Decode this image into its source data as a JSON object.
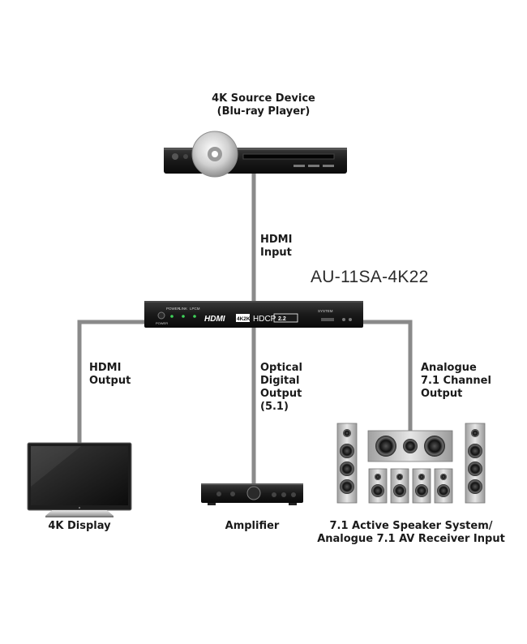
{
  "source": {
    "label": "4K Source Device\n(Blu-ray Player)"
  },
  "links": {
    "hdmi_input": "HDMI\nInput",
    "hdmi_output": "HDMI\nOutput",
    "optical_output": "Optical\nDigital\nOutput\n(5.1)",
    "analogue_output": "Analogue\n7.1 Channel\nOutput"
  },
  "device": {
    "model": "AU-11SA-4K22",
    "leds": [
      "POWER",
      "LINK",
      "LPCM"
    ],
    "power_label": "POWER",
    "hdmi_logo": "HDMI",
    "resolution_badge": "4K2K",
    "hdcp_logo": "HDCP",
    "hdcp_version": "2.2",
    "system_label": "SYSTEM"
  },
  "destinations": {
    "display": "4K Display",
    "amplifier": "Amplifier",
    "speakers": "7.1 Active Speaker System/\nAnalogue 7.1 AV Receiver Input"
  },
  "colors": {
    "cable": "#8a8a8a",
    "device_body": "#1c1c1c",
    "led": "#3fd35a"
  }
}
